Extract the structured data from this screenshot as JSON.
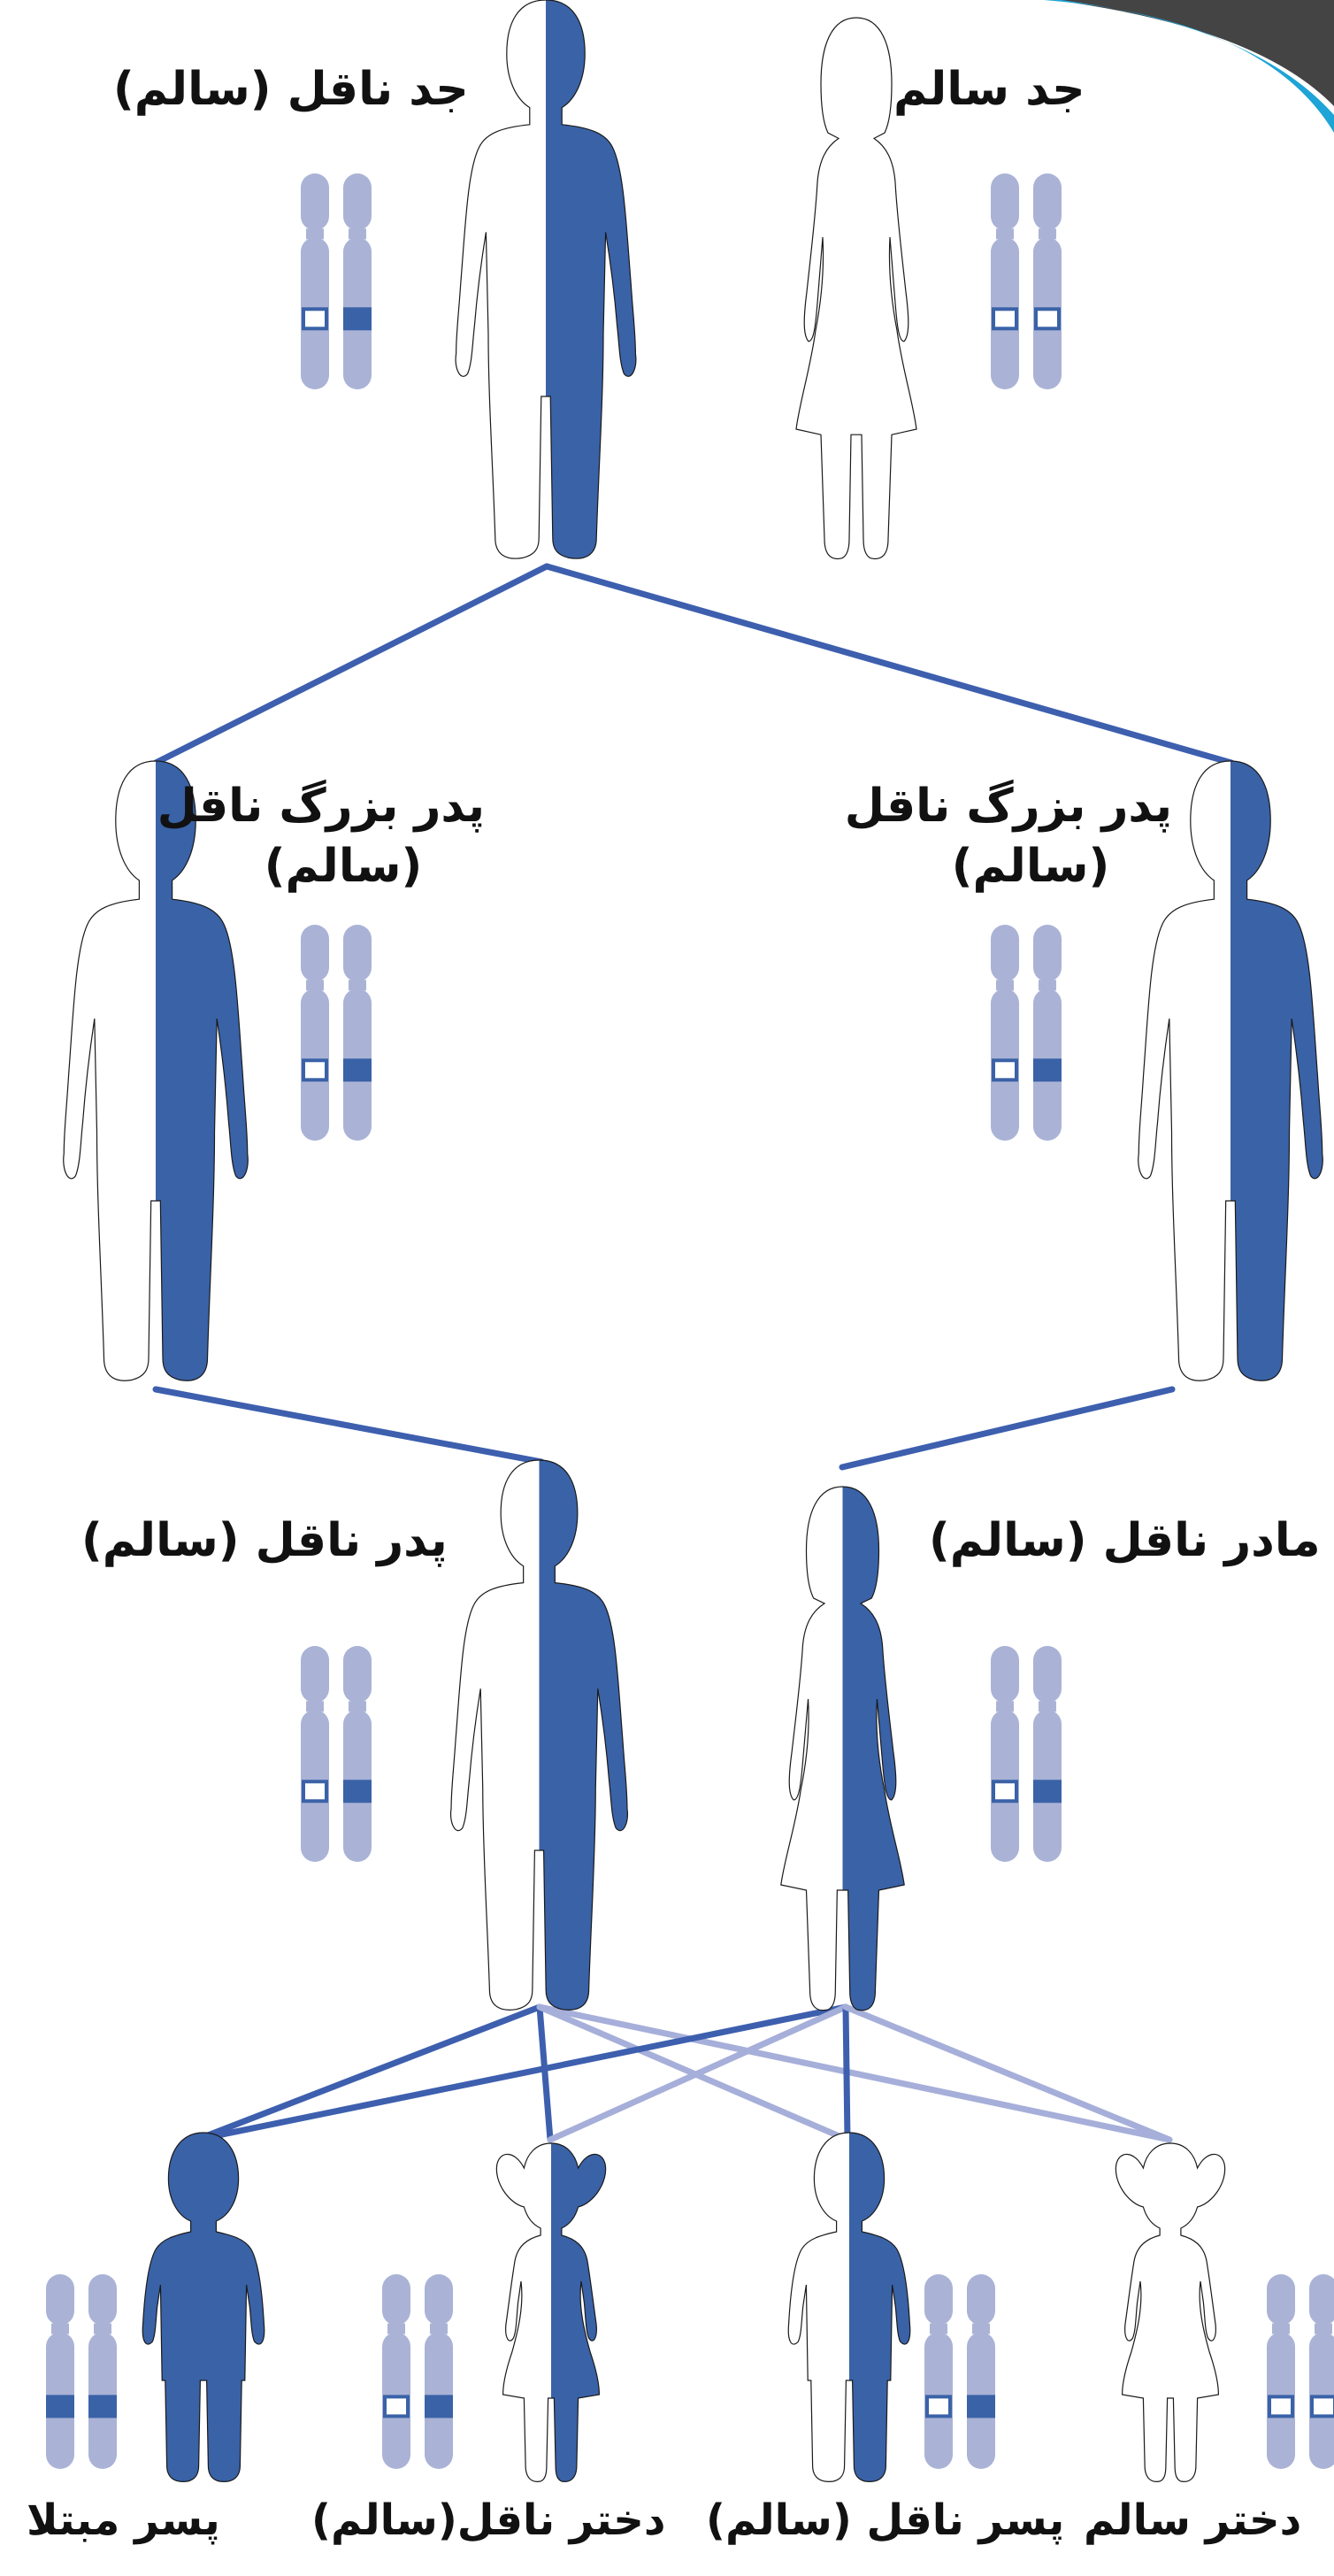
{
  "labels": {
    "g1_left": "جد ناقل (سالم)",
    "g1_right": "جد سالم",
    "g2_left_line1": "پدر بزرگ ناقل",
    "g2_left_line2": "(سالم)",
    "g2_right_line1": "پدر بزرگ ناقل",
    "g2_right_line2": "(سالم)",
    "g3_father": "پدر ناقل (سالم)",
    "g3_mother": "مادر ناقل (سالم)",
    "child1": "پسر مبتلا",
    "child2": "دختر ناقل(سالم)",
    "child3": "پسر ناقل (سالم)",
    "child4": "دختر سالم"
  },
  "colors": {
    "affected": "#3a62a7",
    "outline": "#1a1a1a",
    "chromosome": "#aab3d6",
    "line_dark": "#3d5fae",
    "line_light": "#a6afd9",
    "corner_teal": "#1ea4d6",
    "corner_gray": "#444444"
  },
  "people": [
    {
      "id": "g1-grandfather",
      "figure": "man",
      "status": "carrier"
    },
    {
      "id": "g1-grandmother",
      "figure": "woman",
      "status": "healthy"
    },
    {
      "id": "g2-left",
      "figure": "man",
      "status": "carrier"
    },
    {
      "id": "g2-right",
      "figure": "man",
      "status": "carrier"
    },
    {
      "id": "g3-father",
      "figure": "man",
      "status": "carrier"
    },
    {
      "id": "g3-mother",
      "figure": "woman",
      "status": "carrier"
    },
    {
      "id": "child-affected-son",
      "figure": "boy",
      "status": "affected"
    },
    {
      "id": "child-carrier-daughter",
      "figure": "girl",
      "status": "carrier"
    },
    {
      "id": "child-carrier-son",
      "figure": "boy",
      "status": "carrier"
    },
    {
      "id": "child-healthy-daughter",
      "figure": "girl",
      "status": "healthy"
    }
  ],
  "chromosome_pairs": [
    {
      "id": "g1-left",
      "bands": [
        "empty",
        "filled"
      ]
    },
    {
      "id": "g1-right",
      "bands": [
        "empty",
        "empty"
      ]
    },
    {
      "id": "g2-left",
      "bands": [
        "empty",
        "filled"
      ]
    },
    {
      "id": "g2-right",
      "bands": [
        "empty",
        "filled"
      ]
    },
    {
      "id": "g3-father",
      "bands": [
        "empty",
        "filled"
      ]
    },
    {
      "id": "g3-mother",
      "bands": [
        "empty",
        "filled"
      ]
    },
    {
      "id": "child-1",
      "bands": [
        "filled",
        "filled"
      ]
    },
    {
      "id": "child-2",
      "bands": [
        "empty",
        "filled"
      ]
    },
    {
      "id": "child-3",
      "bands": [
        "empty",
        "filled"
      ]
    },
    {
      "id": "child-4",
      "bands": [
        "empty",
        "empty"
      ]
    }
  ]
}
